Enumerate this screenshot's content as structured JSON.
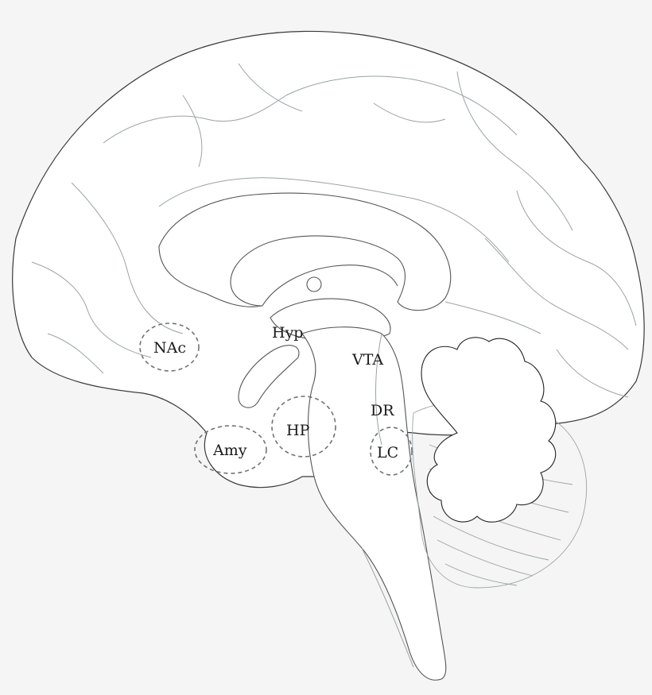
{
  "labels": {
    "nac": "NAc",
    "hyp": "Hyp",
    "vta": "VTA",
    "dr": "DR",
    "hp": "HP",
    "amy": "Amy",
    "lc": "LC"
  },
  "colors": {
    "background": "#f5f5f5",
    "outline": "#3a3a3a",
    "gyrus_lines": "#9aa3a6",
    "region_circle": "#6d7478"
  }
}
